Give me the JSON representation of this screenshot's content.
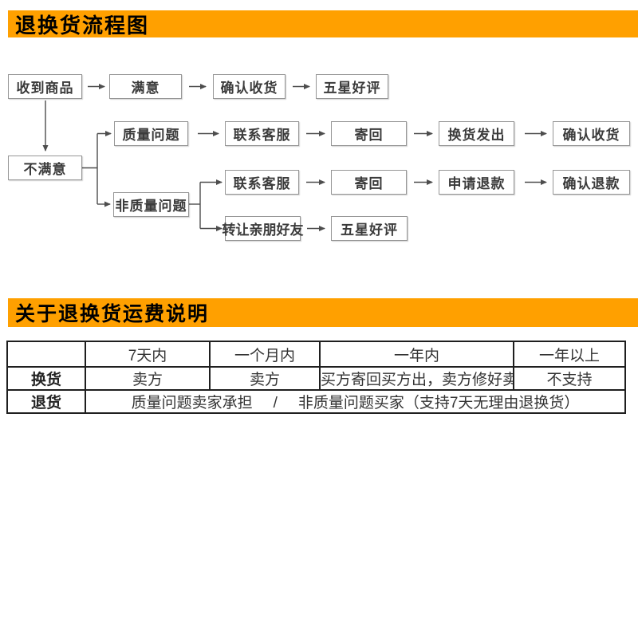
{
  "banners": {
    "flow_title": "退换货流程图",
    "shipping_title": "关于退换货运费说明"
  },
  "flowchart": {
    "nodes": [
      {
        "id": "received",
        "label": "收到商品"
      },
      {
        "id": "satisfied",
        "label": "满意"
      },
      {
        "id": "confirm-receipt-1",
        "label": "确认收货"
      },
      {
        "id": "five-star-1",
        "label": "五星好评"
      },
      {
        "id": "unsatisfied",
        "label": "不满意"
      },
      {
        "id": "quality-issue",
        "label": "质量问题"
      },
      {
        "id": "contact-service-1",
        "label": "联系客服"
      },
      {
        "id": "send-back-1",
        "label": "寄回"
      },
      {
        "id": "exchange-shipped",
        "label": "换货发出"
      },
      {
        "id": "confirm-receipt-2",
        "label": "确认收货"
      },
      {
        "id": "non-quality-issue",
        "label": "非质量问题"
      },
      {
        "id": "contact-service-2",
        "label": "联系客服"
      },
      {
        "id": "send-back-2",
        "label": "寄回"
      },
      {
        "id": "request-refund",
        "label": "申请退款"
      },
      {
        "id": "confirm-refund",
        "label": "确认退款"
      },
      {
        "id": "transfer-friends",
        "label": "转让亲朋好友"
      },
      {
        "id": "five-star-2",
        "label": "五星好评"
      }
    ]
  },
  "table": {
    "headers": [
      "",
      "7天内",
      "一个月内",
      "一年内",
      "一年以上"
    ],
    "rows": [
      {
        "label": "换货",
        "cells": [
          "卖方",
          "卖方",
          "买方寄回买方出，卖方修好卖方出",
          "不支持"
        ]
      },
      {
        "label": "退货",
        "merged": {
          "left": "质量问题卖家承担",
          "sep": "/",
          "right": "非质量问题买家（支持7天无理由退换货）"
        }
      }
    ]
  },
  "colors": {
    "banner_orange": "#ffa000",
    "banner_text": "#000000",
    "box_border": "#969696",
    "box_text": "#3b3b3b",
    "connector": "#4d4d4d",
    "table_border": "#1f1f1f",
    "table_text": "#333333"
  }
}
